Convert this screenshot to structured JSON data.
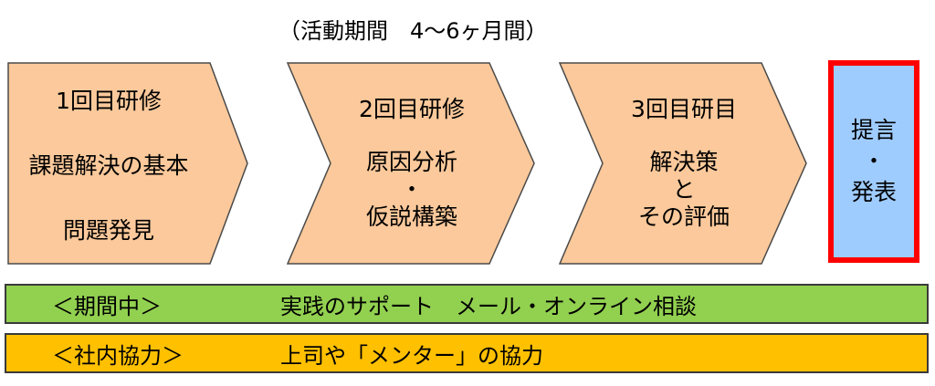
{
  "header": "（活動期間　4～6ヶ月間）",
  "steps": [
    {
      "lines": [
        "1回目研修",
        "課題解決の基本",
        "問題発見"
      ]
    },
    {
      "lines": [
        "2回目研修",
        "原因分析",
        "・",
        "仮説構築"
      ]
    },
    {
      "lines": [
        "3回目研目",
        "解決策",
        "と",
        "その評価"
      ]
    }
  ],
  "final": {
    "lines": [
      "提言",
      "・",
      "発表"
    ]
  },
  "bars": [
    {
      "label": "＜期間中＞",
      "text": "実践のサポート　メール・オンライン相談"
    },
    {
      "label": "＜社内協力＞",
      "text": "上司や「メンター」の協力"
    }
  ],
  "colors": {
    "arrow_fill": "#fbc99b",
    "arrow_stroke": "#4a4a4a",
    "final_fill": "#9fccff",
    "final_border": "#ff0000",
    "bar_green": "#92d050",
    "bar_orange": "#ffc000"
  }
}
